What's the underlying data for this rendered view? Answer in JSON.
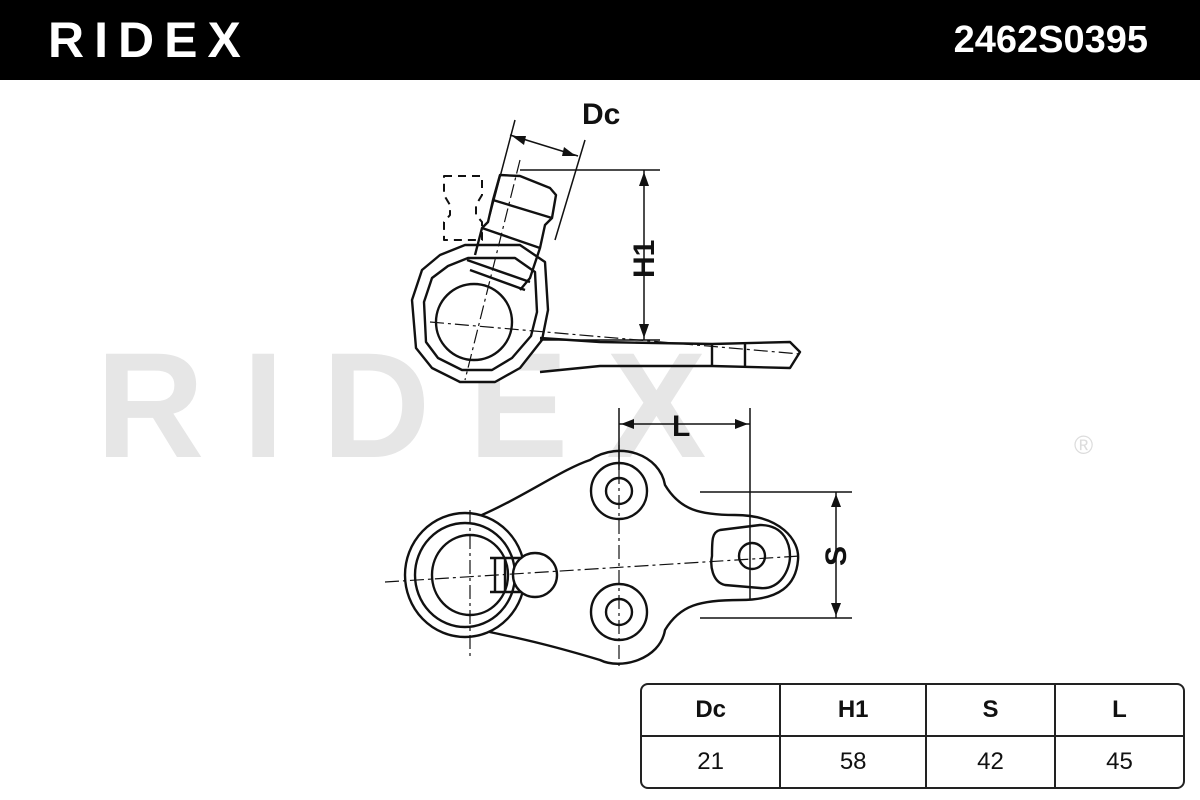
{
  "header": {
    "brand": "RIDEX",
    "part_number": "2462S0395"
  },
  "watermark": {
    "text": "RIDEX",
    "mark": "®"
  },
  "drawing": {
    "labels": {
      "dc": "Dc",
      "h1": "H1",
      "l": "L",
      "s": "S"
    }
  },
  "spec_table": {
    "headers": [
      "Dc",
      "H1",
      "S",
      "L"
    ],
    "values": [
      "21",
      "58",
      "42",
      "45"
    ]
  }
}
